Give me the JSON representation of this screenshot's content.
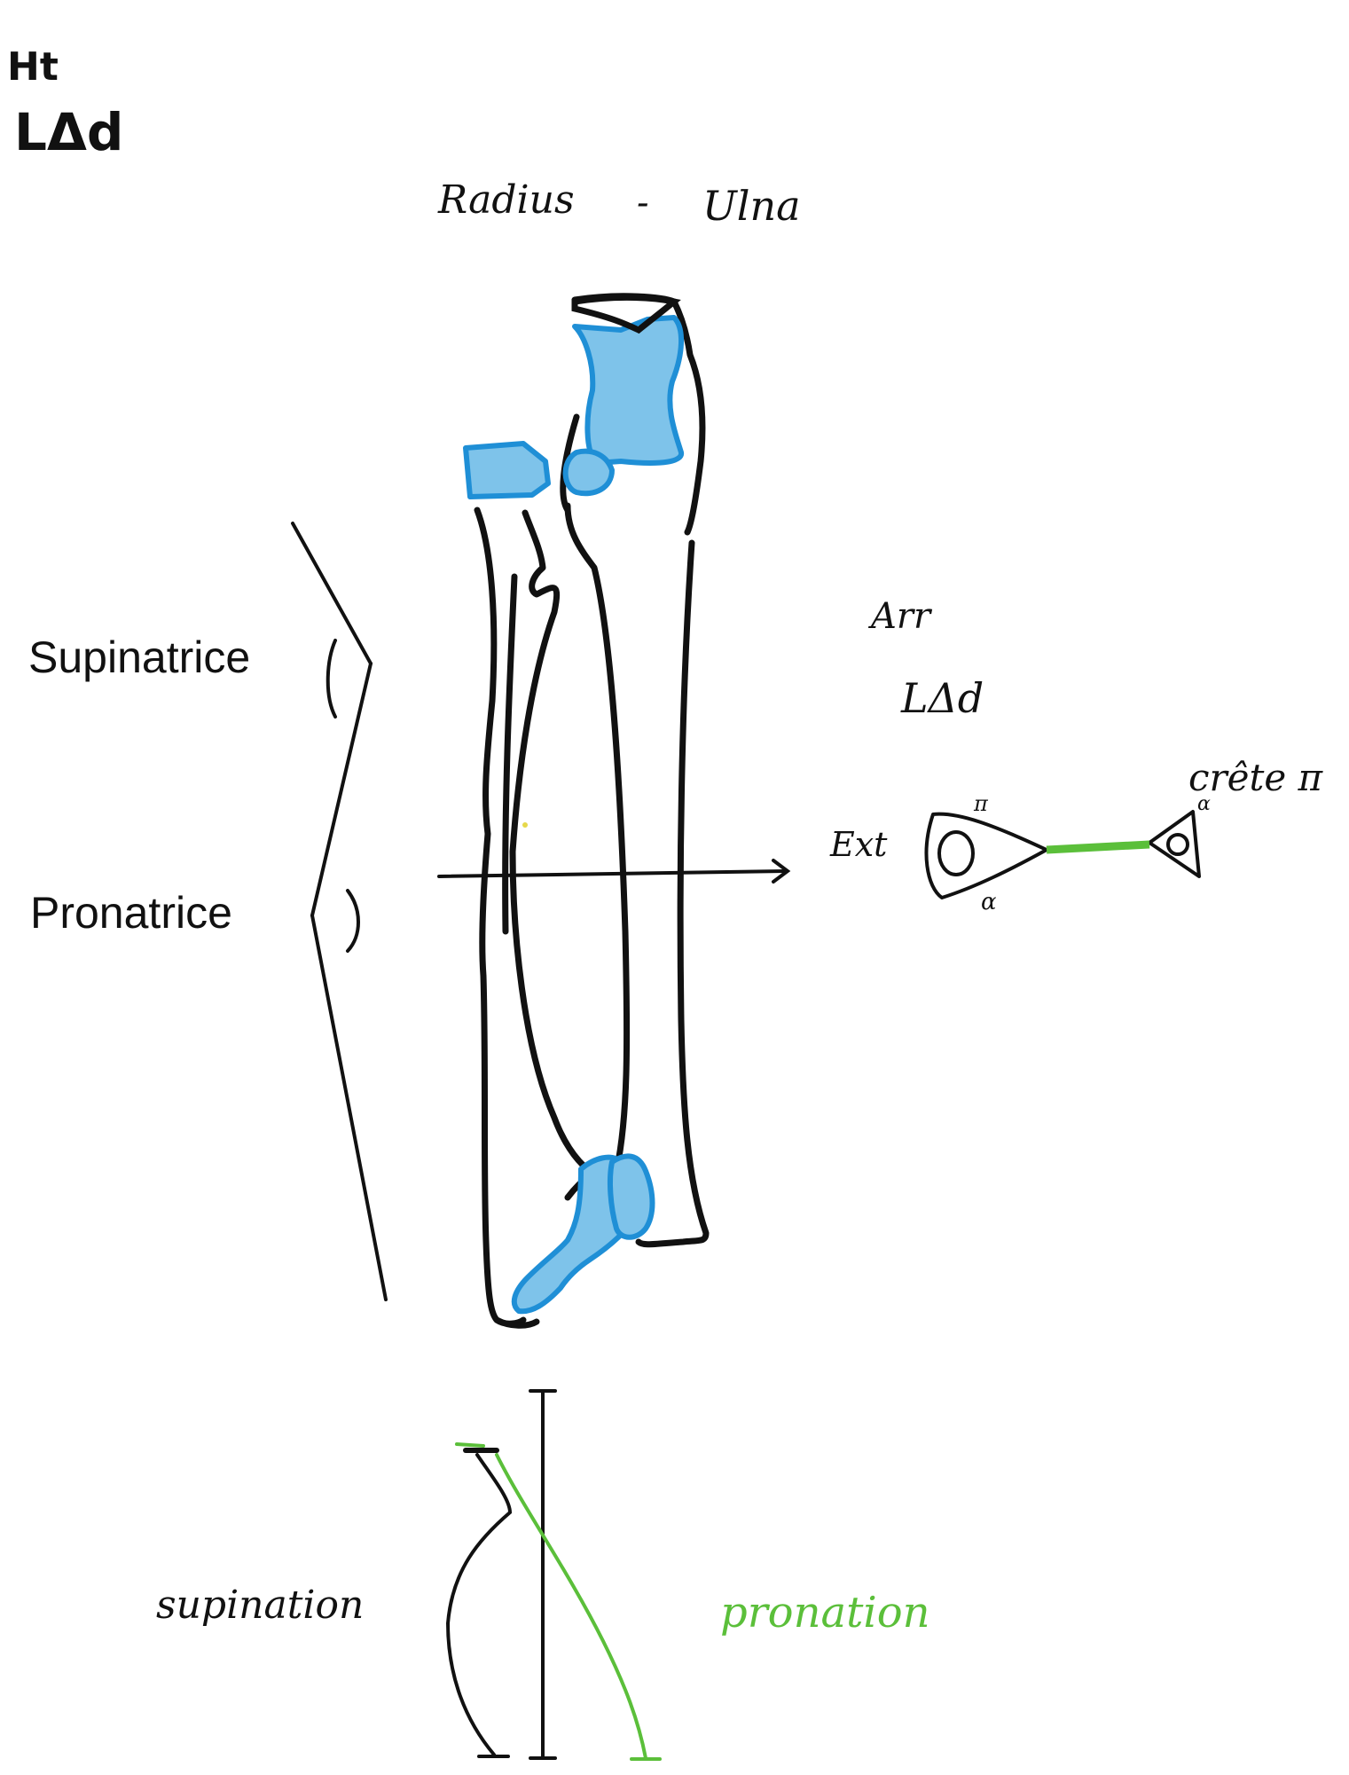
{
  "header": {
    "line1": "Ht",
    "line2": "LΔd"
  },
  "title": {
    "left": "Radius",
    "separator": "-",
    "right": "Ulna"
  },
  "labels": {
    "supinatrice": "Supinatrice",
    "pronatrice": "Pronatrice",
    "arr": "Arr",
    "arr_sub": "LΔd",
    "ext": "Ext",
    "crete": "crête π",
    "pi_mark": "π",
    "alpha_mark_left": "α",
    "alpha_mark_right": "α",
    "supination": "supination",
    "pronation": "pronation"
  },
  "colors": {
    "ink": "#111111",
    "bone_fill": "#7ec3ea",
    "bone_outline": "#1f8fd6",
    "green": "#5bbf3a"
  }
}
